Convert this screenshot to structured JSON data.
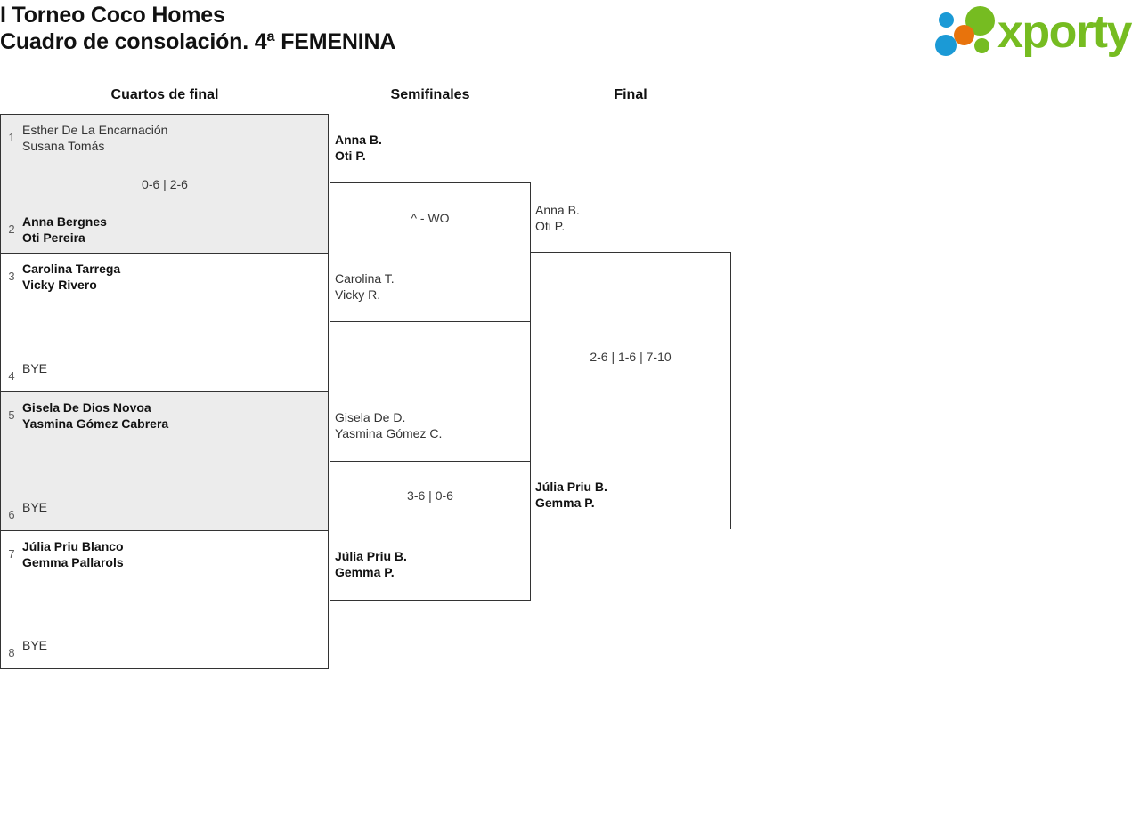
{
  "header": {
    "title_line1": "I Torneo Coco Homes",
    "title_line2": "Cuadro de consolación. 4ª FEMENINA",
    "logo_text": "xporty",
    "logo_colors": {
      "green": "#76bc21",
      "blue": "#1b9ad6",
      "orange": "#e8730c"
    }
  },
  "rounds": [
    {
      "key": "quarterfinals",
      "label": "Cuartos de final"
    },
    {
      "key": "semifinals",
      "label": "Semifinales"
    },
    {
      "key": "final",
      "label": "Final"
    }
  ],
  "bracket": {
    "quarterfinals": [
      {
        "shaded": true,
        "score": "0-6 | 2-6",
        "top": {
          "seed": "1",
          "player1": "Esther De La Encarnación",
          "player2": "Susana Tomás",
          "winner": false
        },
        "bottom": {
          "seed": "2",
          "player1": "Anna Bergnes",
          "player2": "Oti Pereira",
          "winner": true
        }
      },
      {
        "shaded": false,
        "score": "",
        "top": {
          "seed": "3",
          "player1": "Carolina Tarrega",
          "player2": "Vicky Rivero",
          "winner": true
        },
        "bottom": {
          "seed": "4",
          "player1": "BYE",
          "player2": "",
          "winner": false
        }
      },
      {
        "shaded": true,
        "score": "",
        "top": {
          "seed": "5",
          "player1": "Gisela De Dios Novoa",
          "player2": "Yasmina Gómez Cabrera",
          "winner": true
        },
        "bottom": {
          "seed": "6",
          "player1": "BYE",
          "player2": "",
          "winner": false
        }
      },
      {
        "shaded": false,
        "score": "",
        "top": {
          "seed": "7",
          "player1": "Júlia Priu Blanco",
          "player2": "Gemma Pallarols",
          "winner": true
        },
        "bottom": {
          "seed": "8",
          "player1": "BYE",
          "player2": "",
          "winner": false
        }
      }
    ],
    "semifinals": [
      {
        "score": "^ - WO",
        "top": {
          "player1": "Anna B.",
          "player2": "Oti P.",
          "winner": true
        },
        "bottom": {
          "player1": "Carolina T.",
          "player2": "Vicky R.",
          "winner": false
        }
      },
      {
        "score": "3-6 | 0-6",
        "top": {
          "player1": "Gisela De D.",
          "player2": "Yasmina Gómez C.",
          "winner": false
        },
        "bottom": {
          "player1": "Júlia Priu B.",
          "player2": "Gemma P.",
          "winner": true
        }
      }
    ],
    "final": [
      {
        "score": "2-6 | 1-6 | 7-10",
        "top": {
          "player1": "Anna B.",
          "player2": "Oti P.",
          "winner": false
        },
        "bottom": {
          "player1": "Júlia Priu B.",
          "player2": "Gemma P.",
          "winner": true
        }
      }
    ]
  }
}
